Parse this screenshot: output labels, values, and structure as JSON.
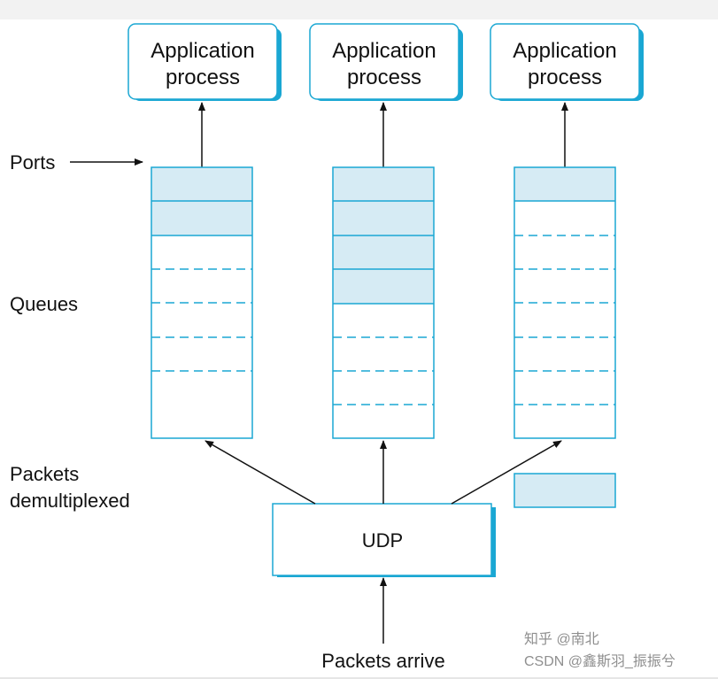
{
  "processes": [
    {
      "line1": "Application",
      "line2": "process"
    },
    {
      "line1": "Application",
      "line2": "process"
    },
    {
      "line1": "Application",
      "line2": "process"
    }
  ],
  "labels": {
    "ports": "Ports",
    "queues": "Queues",
    "demux_line1": "Packets",
    "demux_line2": "demultiplexed",
    "udp": "UDP",
    "arrive": "Packets arrive"
  },
  "watermark": {
    "line1": "知乎 @南北",
    "line2": "CSDN @鑫斯羽_振振兮"
  },
  "colors": {
    "accent": "#1aa7d3",
    "fill": "#d6ebf4",
    "shadow": "#1aa7d3",
    "line": "#111111"
  }
}
